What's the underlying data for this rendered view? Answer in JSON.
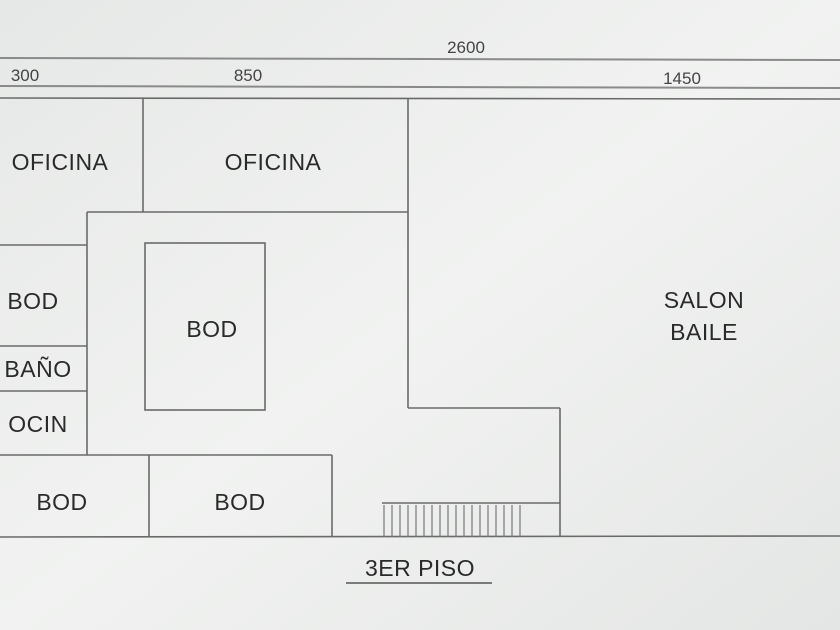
{
  "plan": {
    "title": "3ER PISO",
    "dimensions": {
      "total": "2600",
      "left": "300",
      "middle": "850",
      "right": "1450"
    },
    "rooms": {
      "oficina_left": "OFICINA",
      "oficina_center": "OFICINA",
      "bod_left": "BOD",
      "bod_center": "BOD",
      "bano": "BAÑO",
      "cocina": "OCIN",
      "bod_bottom_left": "BOD",
      "bod_bottom_center": "BOD",
      "salon_line1": "SALON",
      "salon_line2": "BAILE"
    }
  }
}
